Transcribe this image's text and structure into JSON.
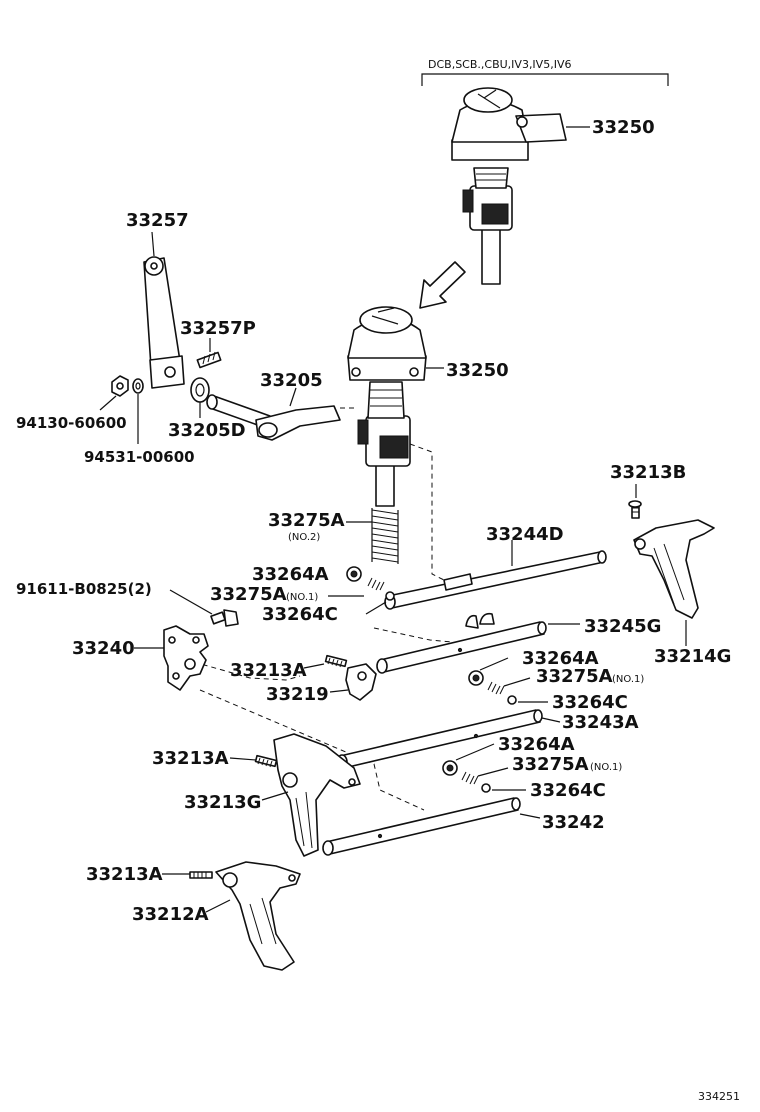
{
  "variant_note": "DCB,SCB.,CBU,IV3,IV5,IV6",
  "diagram_code": "334251",
  "labels": {
    "p33250_top": "33250",
    "p33250": "33250",
    "p33257": "33257",
    "p33257P": "33257P",
    "p33205": "33205",
    "p33205D": "33205D",
    "p94130": "94130-60600",
    "p94531": "94531-00600",
    "p33275A_spring": "33275A",
    "no2": "(NO.2)",
    "p33244D": "33244D",
    "p33213B": "33213B",
    "p33214G": "33214G",
    "p91611": "91611-B0825(2)",
    "p33264A_1": "33264A",
    "p33275A_1": "33275A",
    "no1_1": "(NO.1)",
    "p33264C_1": "33264C",
    "p33240": "33240",
    "p33245G": "33245G",
    "p33213A_1": "33213A",
    "p33219": "33219",
    "p33264A_2": "33264A",
    "p33275A_2": "33275A",
    "no1_2": "(NO.1)",
    "p33264C_2": "33264C",
    "p33243A": "33243A",
    "p33213A_2": "33213A",
    "p33264A_3": "33264A",
    "p33275A_3": "33275A",
    "no1_3": "(NO.1)",
    "p33213G": "33213G",
    "p33264C_3": "33264C",
    "p33242": "33242",
    "p33213A_3": "33213A",
    "p33212A": "33212A"
  }
}
